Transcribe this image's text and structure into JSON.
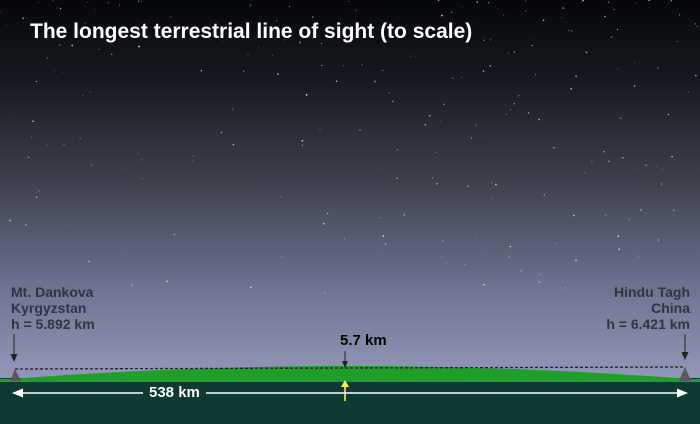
{
  "title": "The longest terrestrial line of sight  (to scale)",
  "left_peak": {
    "name": "Mt. Dankova",
    "country": "Kyrgyzstan",
    "height": "h = 5.892 km"
  },
  "right_peak": {
    "name": "Hindu Tagh",
    "country": "China",
    "height": "h = 6.421 km"
  },
  "bulge_label": "5.7 km",
  "distance_label": "538 km",
  "colors": {
    "sky_top": "#05070a",
    "sky_bottom": "#a6abcf",
    "land": "#1f9e2a",
    "ground": "#0d3b33",
    "peak": "#55585c",
    "line_of_sight": "#222222",
    "bulge_arrow": "#f2f25a",
    "distance_arrow": "#ffffff"
  }
}
